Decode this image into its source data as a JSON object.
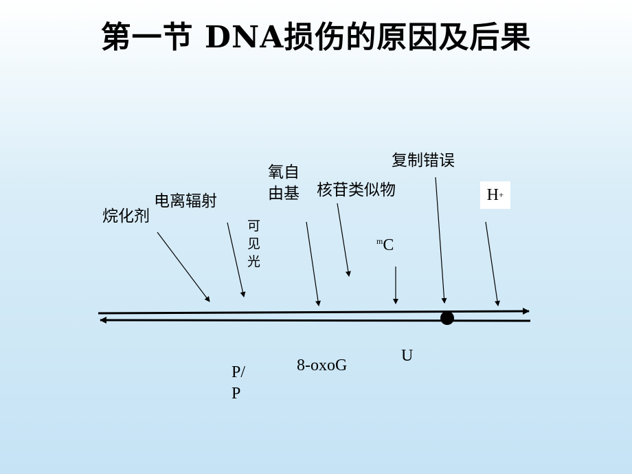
{
  "title": "第一节  DNA损伤的原因及后果",
  "agents": {
    "alkylating": "烷化剂",
    "ionizing_radiation": "电离辐射",
    "visible_light_1": "可",
    "visible_light_2": "见",
    "visible_light_3": "光",
    "free_radical_line1": "氧自",
    "free_radical_line2": "由基",
    "nucleoside_analog": "核苷类似物",
    "replication_error": "复制错误",
    "proton": "H",
    "proton_sup": "+",
    "methyl_c_sup": "m",
    "methyl_c": "C"
  },
  "lesions": {
    "pp_line1": "P/",
    "pp_line2": "P",
    "oxog": "8-oxoG",
    "uracil": "U"
  },
  "colors": {
    "text": "#000000",
    "background_top": "#ffffff",
    "background_bottom": "#c5e3f5"
  }
}
